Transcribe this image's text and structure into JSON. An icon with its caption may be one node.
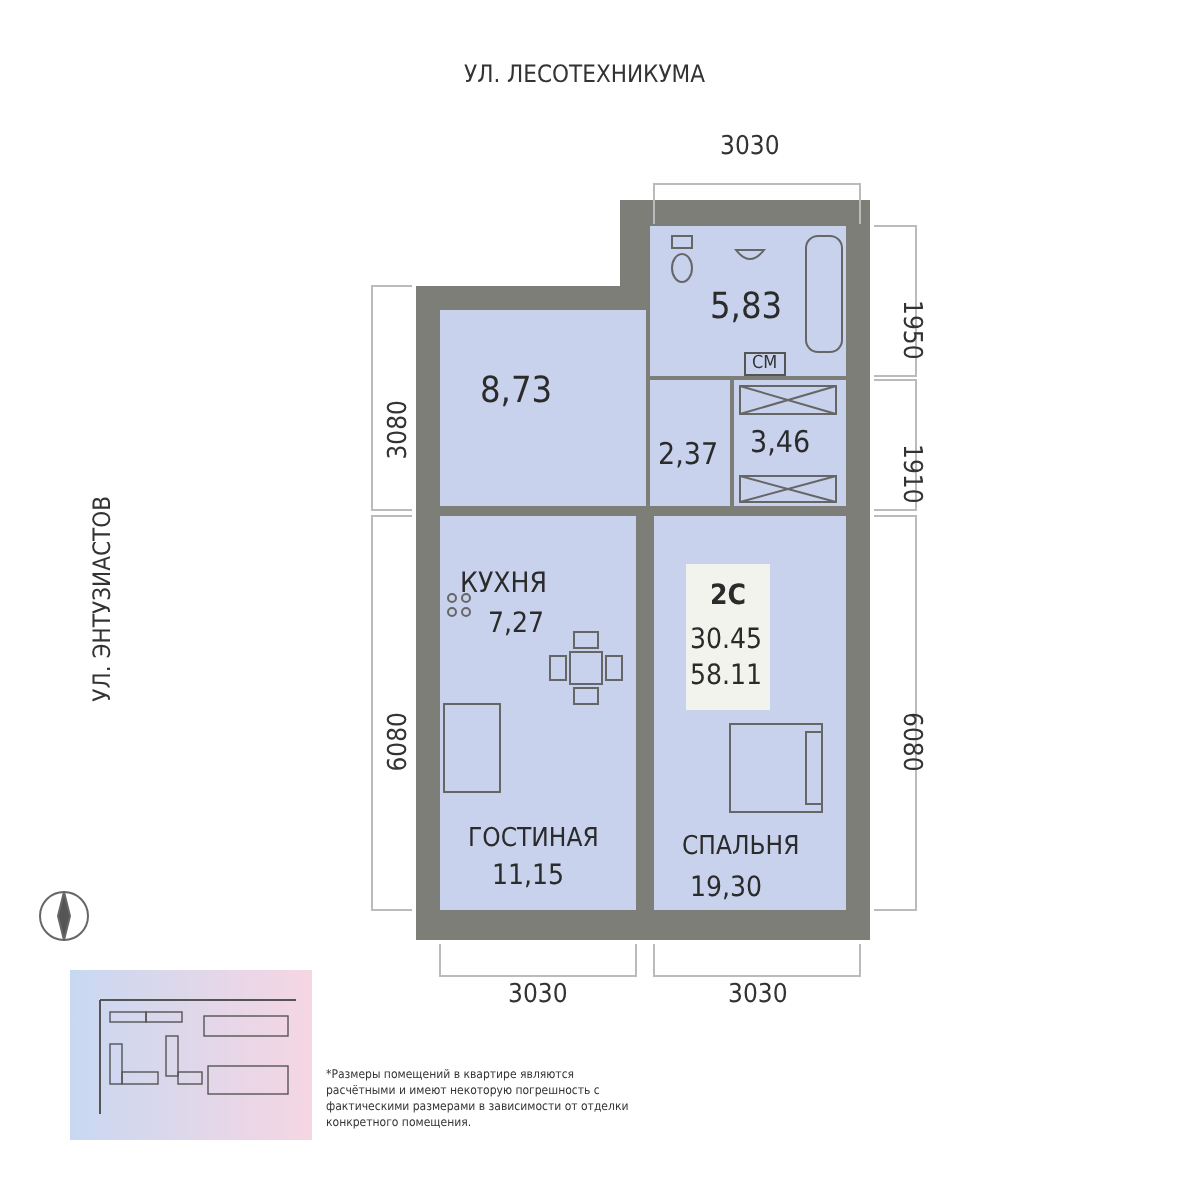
{
  "diagram": {
    "nodes": [
      {
        "text": [
          "8,73"
        ]
      },
      {
        "text": [
          "5,83"
        ]
      },
      {
        "text": [
          "2,37"
        ]
      },
      {
        "text": [
          "3,46"
        ]
      },
      {
        "text": [
          "КУХНЯ",
          "7,27"
        ]
      },
      {
        "text": [
          "ГОСТИНАЯ",
          "11,15"
        ]
      },
      {
        "text": [
          "СПАЛЬНЯ",
          "19,30"
        ]
      },
      {
        "text": [
          "2С",
          "30.45",
          "58.11"
        ],
        "in": 6
      }
    ],
    "labels": [
      "УЛ. ЛЕСОТЕХНИКУМА",
      "3030",
      "1950",
      "СМ",
      "3080",
      "1910",
      "УЛ. ЭНТУЗИАСТОВ",
      "6080",
      "6080",
      "3030",
      "3030",
      "*Размеры помещений в квартире являются расчётными и имеют некоторую погрешность с фактическими размерами в зависимости от отделки конкретного помещения."
    ]
  }
}
